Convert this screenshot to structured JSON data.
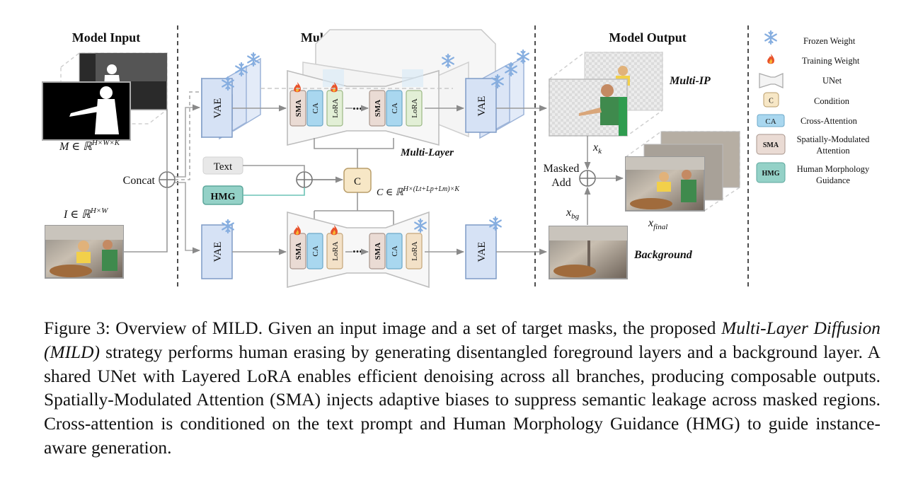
{
  "sections": {
    "input": "Model Input",
    "diffusion": "Multi-Layer Diffusion",
    "output": "Model Output"
  },
  "inputs": {
    "mask_label": "M ∈ ℝ",
    "mask_sup": "H×W×K",
    "image_label": "I ∈ ℝ",
    "image_sup": "H×W",
    "concat": "Concat"
  },
  "blocks": {
    "vae": "VAE",
    "sma": "SMA",
    "ca": "CA",
    "lora": "LoRA",
    "dots": "•••",
    "text": "Text",
    "hmg": "HMG",
    "condition": "C",
    "condition_label": "C ∈ ℝ",
    "condition_sup": "H×(Lt+Lp+Lm)×K",
    "multi_layer": "Multi-Layer"
  },
  "outputs": {
    "multi_ip": "Multi-IP",
    "xk": "x",
    "xk_sub": "k",
    "masked_add": [
      "Masked",
      "Add"
    ],
    "xbg": "x",
    "xbg_sub": "bg",
    "xfinal": "x",
    "xfinal_sub": "final",
    "background": "Background"
  },
  "legend": [
    {
      "id": "frozen",
      "label": "Frozen Weight"
    },
    {
      "id": "training",
      "label": "Training Weight"
    },
    {
      "id": "unet",
      "label": "UNet"
    },
    {
      "id": "condition",
      "symbol": "C",
      "label": "Condition"
    },
    {
      "id": "ca",
      "symbol": "CA",
      "label": "Cross-Attention"
    },
    {
      "id": "sma",
      "symbol": "SMA",
      "label": "Spatially-Modulated Attention",
      "lines": [
        "Spatially-Modulated",
        "Attention"
      ]
    },
    {
      "id": "hmg",
      "symbol": "HMG",
      "label": "Human Morphology Guidance",
      "lines": [
        "Human Morphology",
        "Guidance"
      ]
    }
  ],
  "colors": {
    "vae_fill": "#d6e2f5",
    "vae_stroke": "#7f9bc6",
    "sma_fill": "#eadbd4",
    "ca_fill": "#a9d7ef",
    "lora_train": "#e2efd6",
    "lora_frozen": "#f3e1c7",
    "cond_fill": "#f7e7c6",
    "hmg_fill": "#94d1c7",
    "snow": "#86aee0",
    "fire": "#e8522b"
  },
  "caption": {
    "p1": "Figure 3:  Overview of MILD. Given an input image and a set of target masks, the proposed ",
    "p2": "Multi-Layer Diffusion (MILD)",
    "p3": " strategy performs human erasing by generating disentangled foreground layers and a background layer.  A shared UNet with Layered LoRA enables efficient denoising across all branches, producing composable outputs.  Spatially-Modulated Attention (SMA) injects adaptive biases to suppress semantic leakage across masked regions. Cross-attention is conditioned on the text prompt and Human Morphology Guidance (HMG) to guide instance-aware generation."
  }
}
